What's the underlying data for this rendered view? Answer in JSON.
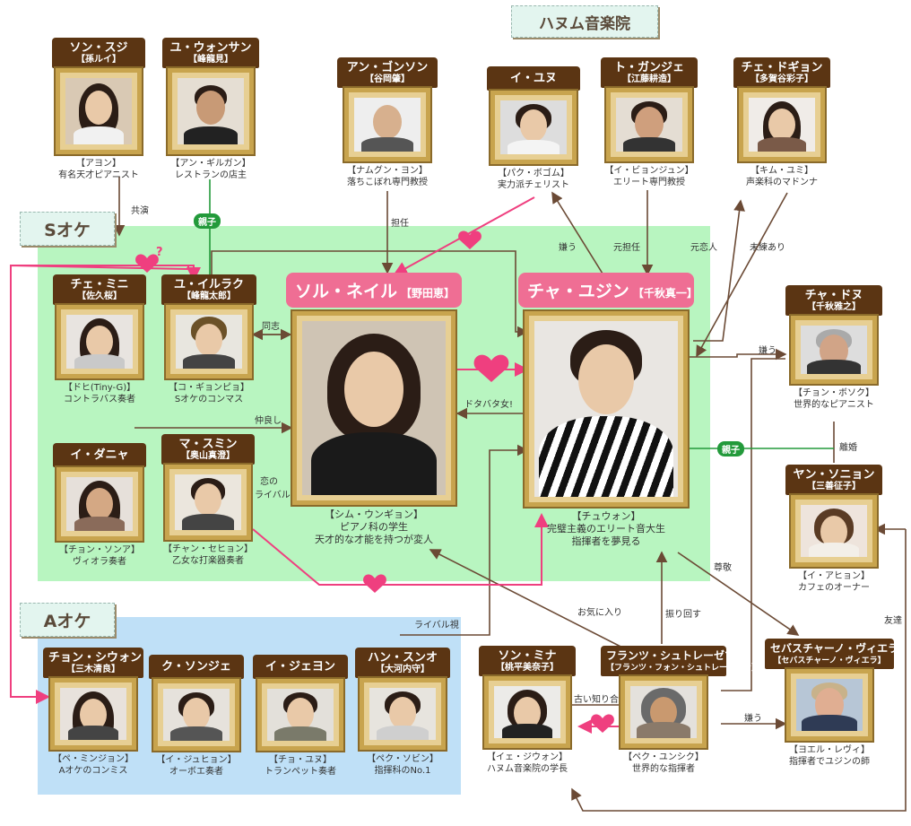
{
  "header": {
    "school": "ハヌム音楽院"
  },
  "groups": {
    "s_orchestra": "Sオケ",
    "a_orchestra": "Aオケ"
  },
  "colors": {
    "s_zone": "#b8f5c0",
    "a_zone": "#bfe0f7",
    "plate": "#5b3513",
    "lead_plate": "#ef6e94",
    "heart": "#ef3f7f",
    "arrow": "#6b4a35",
    "parent_link": "#239a3b"
  },
  "people": {
    "son_suji": {
      "name": "ソン・スジ",
      "actor": "【孫ルイ】",
      "role": "【アヨン】",
      "desc": "有名天才ピアニスト"
    },
    "yu_wonsan": {
      "name": "ユ・ウォンサン",
      "actor": "【峰龍見】",
      "role": "【アン・ギルガン】",
      "desc": "レストランの店主"
    },
    "an_gonson": {
      "name": "アン・ゴンソン",
      "actor": "【谷岡肇】",
      "role": "【ナムグン・ヨン】",
      "desc": "落ちこぼれ専門教授"
    },
    "i_yunu": {
      "name": "イ・ユヌ",
      "actor": "",
      "role": "【パク・ボゴム】",
      "desc": "実力派チェリスト"
    },
    "to_ganje": {
      "name": "ト・ガンジェ",
      "actor": "【江藤耕造】",
      "role": "【イ・ビョンジュン】",
      "desc": "エリート専門教授"
    },
    "che_dogyon": {
      "name": "チェ・ドギョン",
      "actor": "【多賀谷彩子】",
      "role": "【キム・ユミ】",
      "desc": "声楽科のマドンナ"
    },
    "che_mini": {
      "name": "チェ・ミニ",
      "actor": "【佐久桜】",
      "role": "【ドヒ(Tiny-G)】",
      "desc": "コントラバス奏者"
    },
    "yu_illak": {
      "name": "ユ・イルラク",
      "actor": "【峰龍太郎】",
      "role": "【コ・ギョンピョ】",
      "desc": "Sオケのコンマス"
    },
    "i_danya": {
      "name": "イ・ダニャ",
      "actor": "",
      "role": "【チョン・ソンア】",
      "desc": "ヴィオラ奏者"
    },
    "ma_sumin": {
      "name": "マ・スミン",
      "actor": "【奥山真澄】",
      "role": "【チャン・セヒョン】",
      "desc": "乙女な打楽器奏者"
    },
    "sol_neil": {
      "name": "ソル・ネイル",
      "actor": "【野田恵】",
      "role": "【シム・ウンギョン】",
      "desc": "ピアノ科の学生",
      "desc2": "天才的な才能を持つが変人"
    },
    "cha_yujin": {
      "name": "チャ・ユジン",
      "actor": "【千秋真一】",
      "role": "【チュウォン】",
      "desc": "完璧主義のエリート音大生",
      "desc2": "指揮者を夢見る"
    },
    "cha_donu": {
      "name": "チャ・ドヌ",
      "actor": "【千秋雅之】",
      "role": "【チョン・ボソク】",
      "desc": "世界的なピアニスト"
    },
    "yan_sonyon": {
      "name": "ヤン・ソニョン",
      "actor": "【三善征子】",
      "role": "【イ・アヒョン】",
      "desc": "カフェのオーナー"
    },
    "chon_siwon": {
      "name": "チョン・シウォン",
      "actor": "【三木清良】",
      "role": "【ペ・ミンジョン】",
      "desc": "Aオケのコンミス"
    },
    "ku_sonje": {
      "name": "ク・ソンジェ",
      "actor": "",
      "role": "【イ・ジュヒョン】",
      "desc": "オーボエ奏者"
    },
    "i_jeyon": {
      "name": "イ・ジェヨン",
      "actor": "",
      "role": "【チョ・ユヌ】",
      "desc": "トランペット奏者"
    },
    "han_suno": {
      "name": "ハン・スンオ",
      "actor": "【大河内守】",
      "role": "【ペク・ソビン】",
      "desc": "指揮科のNo.1"
    },
    "son_mina": {
      "name": "ソン・ミナ",
      "actor": "【桃平美奈子】",
      "role": "【イェ・ジウォン】",
      "desc": "ハヌム音楽院の学長"
    },
    "franz": {
      "name": "フランツ・シュトレーゼマン",
      "actor": "【フランツ・フォン・シュトレーゼマン】",
      "role": "【ペク・ユンシク】",
      "desc": "世界的な指揮者"
    },
    "sebastiano": {
      "name": "セバスチャーノ・ヴィエラ",
      "actor": "【セバスチャーノ・ヴィエラ】",
      "role": "【ヨエル・レヴィ】",
      "desc": "指揮者でユジンの師"
    }
  },
  "relations": {
    "costar": "共演",
    "parent_child": "親子",
    "in_charge": "担任",
    "dislikes": "嫌う",
    "former_advisor": "元担任",
    "ex_lover": "元恋人",
    "lingering": "未練あり",
    "comrade": "同志",
    "good_friends": "仲良し",
    "love_rival_1": "恋の",
    "love_rival_2": "ライバル",
    "clumsy_girl": "ドタバタ女!",
    "divorce": "離婚",
    "rival_view": "ライバル視",
    "favorite": "お気に入り",
    "swings": "振り回す",
    "respect": "尊敬",
    "friends": "友達",
    "old_acquaintance": "古い知り合い",
    "question": "?"
  }
}
